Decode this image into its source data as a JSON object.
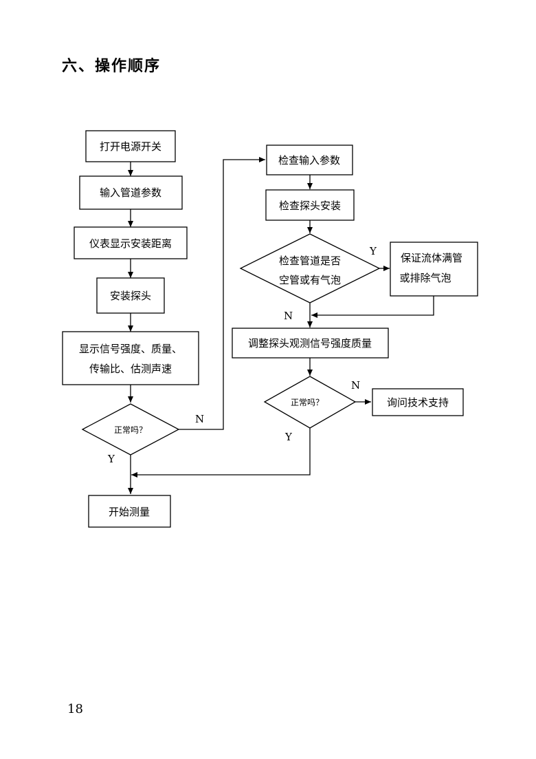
{
  "heading": "六、操作顺序",
  "page_number": "18",
  "nodes": {
    "power_on": "打开电源开关",
    "input_pipe_params": "输入管道参数",
    "show_install_distance": "仪表显示安装距离",
    "install_probe": "安装探头",
    "show_signal_line1": "显示信号强度、质量、",
    "show_signal_line2": "传输比、估测声速",
    "normal_q1": "正常吗？",
    "start_measure": "开始测量",
    "check_input_params": "检查输入参数",
    "check_probe_install": "检查探头安装",
    "check_pipe_line1": "检查管道是否",
    "check_pipe_line2": "空管或有气泡",
    "ensure_full_line1": "保证流体满管",
    "ensure_full_line2": "或排除气泡",
    "adjust_probe": "调整探头观测信号强度质量",
    "normal_q2": "正常吗？",
    "ask_support": "询问技术支持"
  },
  "labels": {
    "yes": "Y",
    "no": "N"
  }
}
